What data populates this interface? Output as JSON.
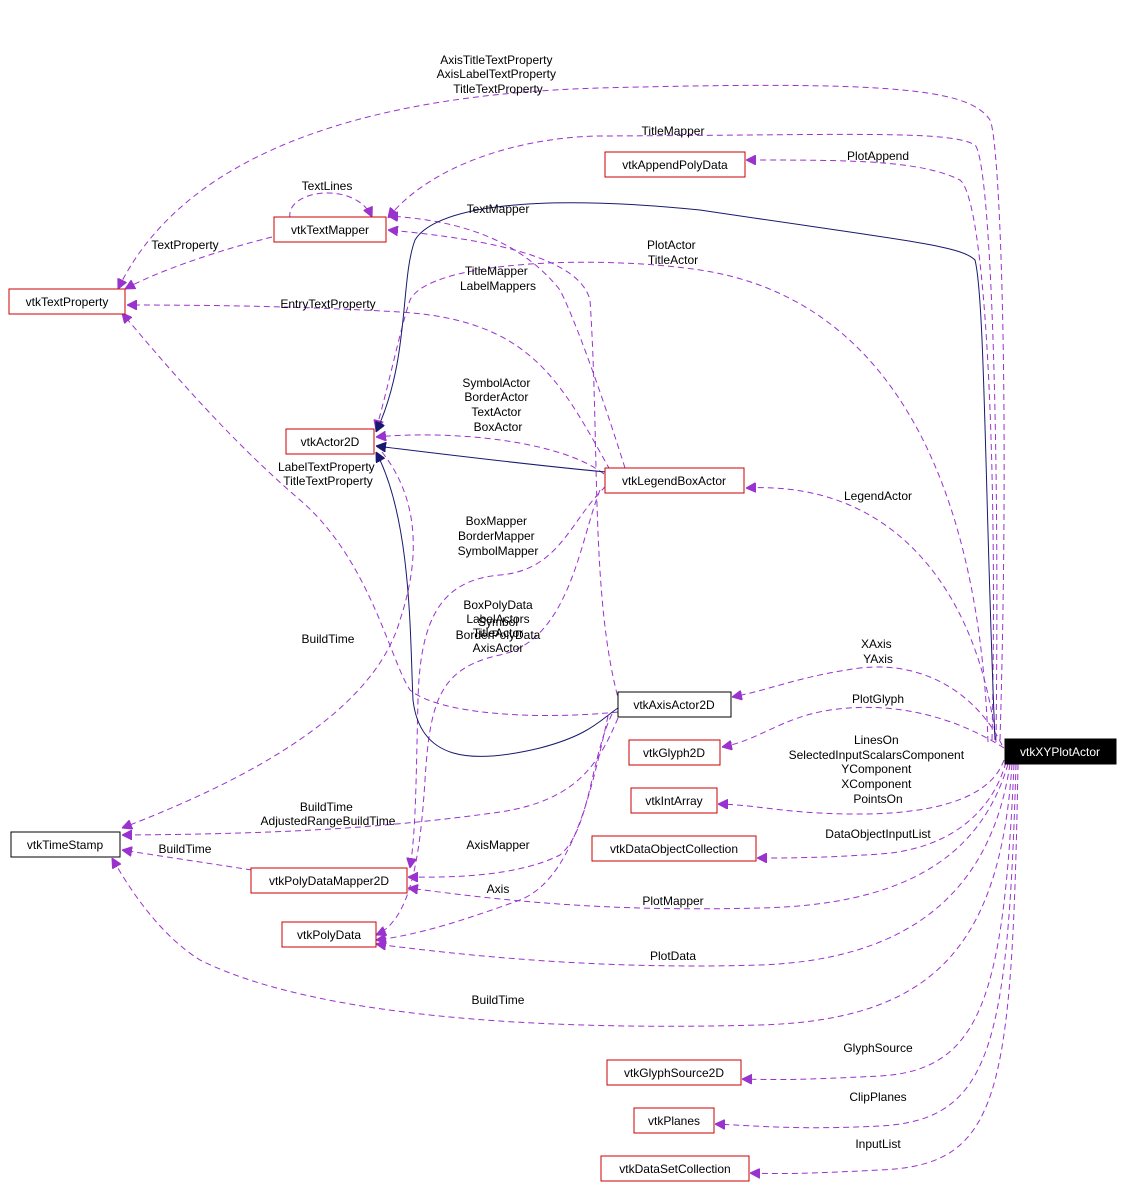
{
  "colors": {
    "box_border_red": "#cc0000",
    "box_border_black": "#000000",
    "usage_edge": "#9a32cd",
    "inheritance_edge": "#191970",
    "focus_fill": "#000000",
    "focus_text": "#ffffff"
  },
  "nodes": {
    "vtkXYPlotActor": "vtkXYPlotActor",
    "vtkTextProperty": "vtkTextProperty",
    "vtkTextMapper": "vtkTextMapper",
    "vtkAppendPolyData": "vtkAppendPolyData",
    "vtkActor2D": "vtkActor2D",
    "vtkLegendBoxActor": "vtkLegendBoxActor",
    "vtkAxisActor2D": "vtkAxisActor2D",
    "vtkGlyph2D": "vtkGlyph2D",
    "vtkIntArray": "vtkIntArray",
    "vtkTimeStamp": "vtkTimeStamp",
    "vtkDataObjectCollection": "vtkDataObjectCollection",
    "vtkPolyDataMapper2D": "vtkPolyDataMapper2D",
    "vtkPolyData": "vtkPolyData",
    "vtkGlyphSource2D": "vtkGlyphSource2D",
    "vtkPlanes": "vtkPlanes",
    "vtkDataSetCollection": "vtkDataSetCollection"
  },
  "edge_labels": {
    "axis_title_text_property": [
      "AxisTitleTextProperty",
      "AxisLabelTextProperty",
      "TitleTextProperty"
    ],
    "title_mapper": [
      "TitleMapper"
    ],
    "plot_append": [
      "PlotAppend"
    ],
    "text_lines": [
      "TextLines"
    ],
    "text_mapper": [
      "TextMapper"
    ],
    "text_property": [
      "TextProperty"
    ],
    "plot_actor": [
      "PlotActor",
      "TitleActor"
    ],
    "title_mapper_label_mappers": [
      "TitleMapper",
      "LabelMappers"
    ],
    "entry_text_property": [
      "EntryTextProperty"
    ],
    "symbol_actor": [
      "SymbolActor",
      "BorderActor",
      "TextActor",
      "BoxActor"
    ],
    "label_text_property": [
      "LabelTextProperty",
      "TitleTextProperty"
    ],
    "legend_actor": [
      "LegendActor"
    ],
    "box_mapper": [
      "BoxMapper",
      "BorderMapper",
      "SymbolMapper"
    ],
    "box_poly_data": [
      "BoxPolyData"
    ],
    "label_actors": [
      "LabelActors"
    ],
    "symbol": [
      "Symbol"
    ],
    "title_actor": [
      "TitleActor"
    ],
    "border_poly_data": [
      "BorderPolyData"
    ],
    "axis_actor": [
      "AxisActor"
    ],
    "build_time_left": [
      "BuildTime"
    ],
    "xaxis_yaxis": [
      "XAxis",
      "YAxis"
    ],
    "plot_glyph": [
      "PlotGlyph"
    ],
    "lines_on": [
      "LinesOn",
      "SelectedInputScalarsComponent",
      "YComponent",
      "XComponent",
      "PointsOn"
    ],
    "build_time_adjusted": [
      "BuildTime",
      "AdjustedRangeBuildTime"
    ],
    "build_time_mapper": [
      "BuildTime"
    ],
    "data_object_input_list": [
      "DataObjectInputList"
    ],
    "axis_mapper": [
      "AxisMapper"
    ],
    "axis": [
      "Axis"
    ],
    "plot_mapper": [
      "PlotMapper"
    ],
    "plot_data": [
      "PlotData"
    ],
    "build_time_bottom": [
      "BuildTime"
    ],
    "glyph_source": [
      "GlyphSource"
    ],
    "clip_planes": [
      "ClipPlanes"
    ],
    "input_list": [
      "InputList"
    ]
  }
}
